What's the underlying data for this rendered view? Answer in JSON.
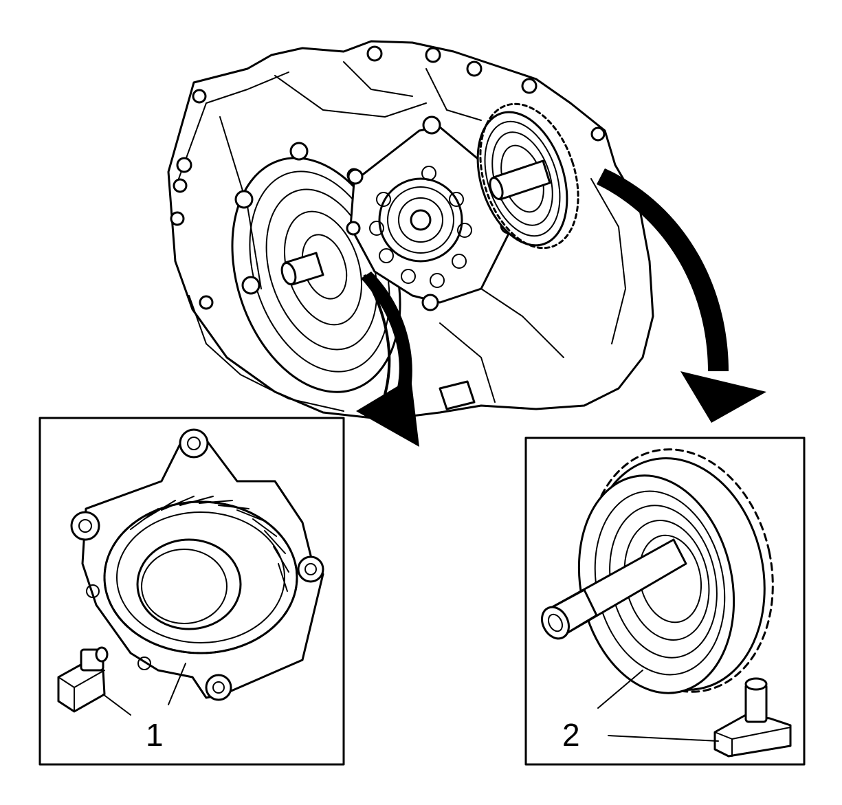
{
  "callouts": [
    {
      "number": "1",
      "refers_to": "gear-ring-sensor-assembly"
    },
    {
      "number": "2",
      "refers_to": "output-shaft-gear-sensor-assembly"
    }
  ],
  "colors": {
    "ink": "#000000",
    "paper": "#ffffff"
  }
}
